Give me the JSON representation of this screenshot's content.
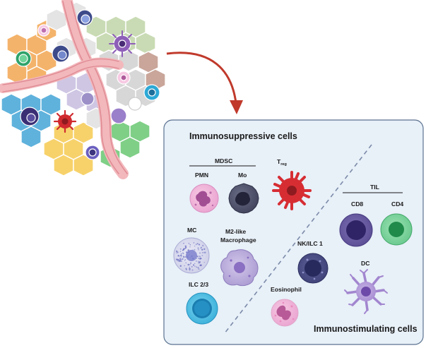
{
  "panel": {
    "immunosuppressive_title": "Immunosuppressive cells",
    "immunostimulating_title": "Immunostimulating cells"
  },
  "groups": {
    "mdsc": "MDSC",
    "til": "TIL"
  },
  "cells": {
    "pmn": "PMN",
    "mo": "Mo",
    "treg_base": "T",
    "treg_sub": "reg",
    "mc": "MC",
    "m2_line1": "M2-like",
    "m2_line2": "Macrophage",
    "ilc23": "ILC 2/3",
    "cd8": "CD8",
    "cd4": "CD4",
    "nk": "NK/ILC 1",
    "dc": "DC",
    "eosinophil": "Eosinophil"
  },
  "colors": {
    "panel_fill": "#e8f0f8",
    "panel_stroke": "#5a7290",
    "arrow": "#c0392b",
    "vessel": "#f2b8bc"
  }
}
